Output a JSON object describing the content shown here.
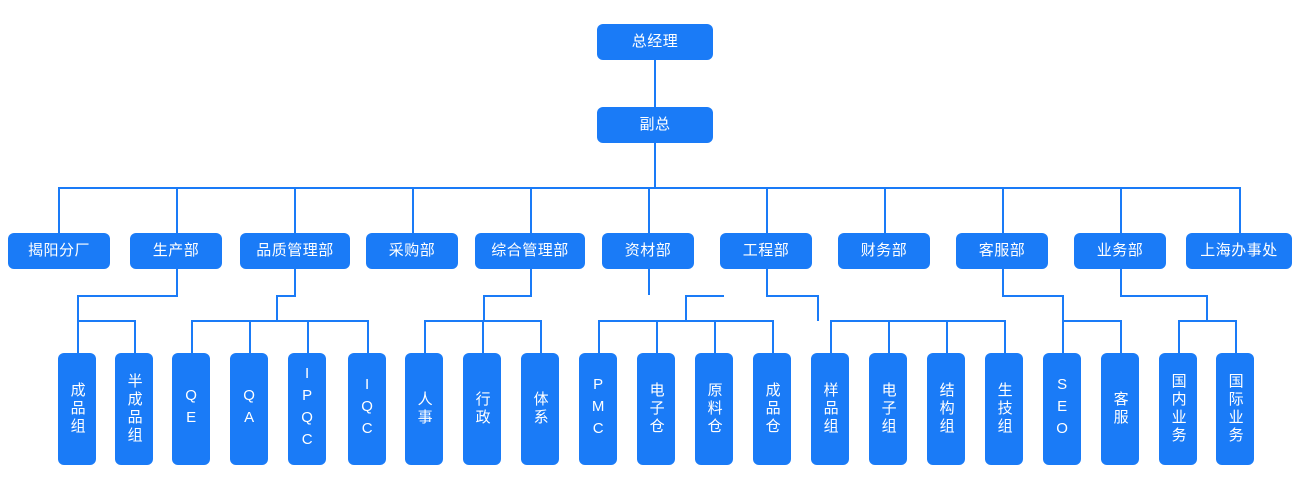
{
  "meta": {
    "title": "组织架构图",
    "accent_color": "#1a7bf7",
    "text_color": "#ffffff",
    "background_color": "#ffffff"
  },
  "chart_data": {
    "type": "diagram",
    "diagram_kind": "organization-chart",
    "orientation": "top-down",
    "levels": 4,
    "node_count": 34,
    "nodes": [
      {
        "id": "gm",
        "label": "总经理",
        "level": 0,
        "parent": null
      },
      {
        "id": "vp",
        "label": "副总",
        "level": 1,
        "parent": "gm"
      },
      {
        "id": "d01",
        "label": "揭阳分厂",
        "level": 2,
        "parent": "vp"
      },
      {
        "id": "d02",
        "label": "生产部",
        "level": 2,
        "parent": "vp"
      },
      {
        "id": "d03",
        "label": "品质管理部",
        "level": 2,
        "parent": "vp"
      },
      {
        "id": "d04",
        "label": "采购部",
        "level": 2,
        "parent": "vp"
      },
      {
        "id": "d05",
        "label": "综合管理部",
        "level": 2,
        "parent": "vp"
      },
      {
        "id": "d06",
        "label": "资材部",
        "level": 2,
        "parent": "vp"
      },
      {
        "id": "d07",
        "label": "工程部",
        "level": 2,
        "parent": "vp"
      },
      {
        "id": "d08",
        "label": "财务部",
        "level": 2,
        "parent": "vp"
      },
      {
        "id": "d09",
        "label": "客服部",
        "level": 2,
        "parent": "vp"
      },
      {
        "id": "d10",
        "label": "业务部",
        "level": 2,
        "parent": "vp"
      },
      {
        "id": "d11",
        "label": "上海办事处",
        "level": 2,
        "parent": "vp"
      },
      {
        "id": "t01",
        "label": "成品组",
        "level": 3,
        "parent": "d01"
      },
      {
        "id": "t02",
        "label": "半成品组",
        "level": 3,
        "parent": "d01"
      },
      {
        "id": "t03",
        "label": "QE",
        "level": 3,
        "parent": "d03"
      },
      {
        "id": "t04",
        "label": "QA",
        "level": 3,
        "parent": "d03"
      },
      {
        "id": "t05",
        "label": "IPQC",
        "level": 3,
        "parent": "d03"
      },
      {
        "id": "t06",
        "label": "IQC",
        "level": 3,
        "parent": "d03"
      },
      {
        "id": "t07",
        "label": "人事",
        "level": 3,
        "parent": "d05"
      },
      {
        "id": "t08",
        "label": "行政",
        "level": 3,
        "parent": "d05"
      },
      {
        "id": "t09",
        "label": "体系",
        "level": 3,
        "parent": "d05"
      },
      {
        "id": "t10",
        "label": "PMC",
        "level": 3,
        "parent": "d06"
      },
      {
        "id": "t11",
        "label": "电子仓",
        "level": 3,
        "parent": "d06"
      },
      {
        "id": "t12",
        "label": "原料仓",
        "level": 3,
        "parent": "d06"
      },
      {
        "id": "t13",
        "label": "成品仓",
        "level": 3,
        "parent": "d06"
      },
      {
        "id": "t14",
        "label": "样品组",
        "level": 3,
        "parent": "d07"
      },
      {
        "id": "t15",
        "label": "电子组",
        "level": 3,
        "parent": "d07"
      },
      {
        "id": "t16",
        "label": "结构组",
        "level": 3,
        "parent": "d07"
      },
      {
        "id": "t17",
        "label": "生技组",
        "level": 3,
        "parent": "d07"
      },
      {
        "id": "t18",
        "label": "SEO",
        "level": 3,
        "parent": "d09"
      },
      {
        "id": "t19",
        "label": "客服",
        "level": 3,
        "parent": "d09"
      },
      {
        "id": "t20",
        "label": "国内业务",
        "level": 3,
        "parent": "d10"
      },
      {
        "id": "t21",
        "label": "国际业务",
        "level": 3,
        "parent": "d10"
      }
    ]
  },
  "root": {
    "gm": "总经理",
    "vp": "副总"
  },
  "departments": {
    "d01": "揭阳分厂",
    "d02": "生产部",
    "d03": "品质管理部",
    "d04": "采购部",
    "d05": "综合管理部",
    "d06": "资材部",
    "d07": "工程部",
    "d08": "财务部",
    "d09": "客服部",
    "d10": "业务部",
    "d11": "上海办事处"
  },
  "teams": {
    "t01": "成品组",
    "t02": "半成品组",
    "t03": "QE",
    "t04": "QA",
    "t05": "IPQC",
    "t06": "IQC",
    "t07": "人事",
    "t08": "行政",
    "t09": "体系",
    "t10": "PMC",
    "t11": "电子仓",
    "t12": "原料仓",
    "t13": "成品仓",
    "t14": "样品组",
    "t15": "电子组",
    "t16": "结构组",
    "t17": "生技组",
    "t18": "SEO",
    "t19": "客服",
    "t20": "国内业务",
    "t21": "国际业务"
  }
}
